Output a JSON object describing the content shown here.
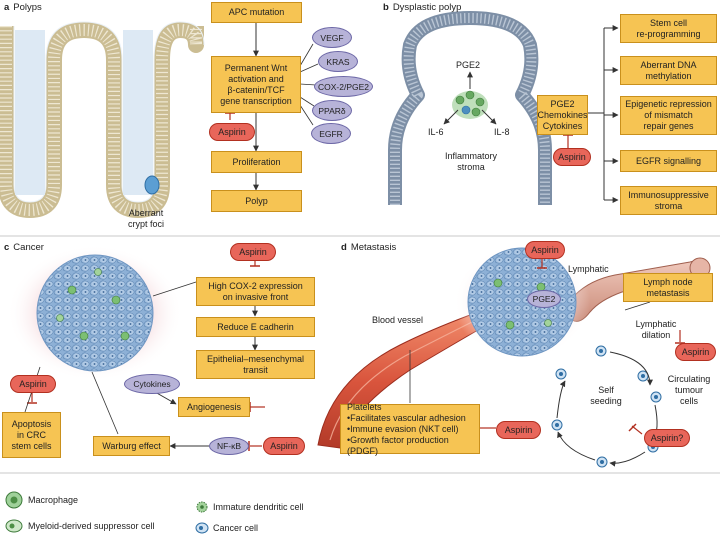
{
  "panels": {
    "a": {
      "letter": "a",
      "title": "Polyps",
      "crypt_label": [
        "Aberrant",
        "crypt foci"
      ],
      "boxes": {
        "apc": "APC mutation",
        "wnt": [
          "Permanent Wnt",
          "activation and",
          "β-catenin/TCF",
          "gene transcription"
        ],
        "proliferation": "Proliferation",
        "polyp": "Polyp"
      },
      "ovals": {
        "vegf": "VEGF",
        "kras": "KRAS",
        "cox2": "COX-2/PGE2",
        "ppar": "PPARδ",
        "egfr": "EGFR"
      },
      "aspirin": "Aspirin"
    },
    "b": {
      "letter": "b",
      "title": "Dysplastic polyp",
      "pge2": "PGE2",
      "il6": "IL-6",
      "il8": "IL-8",
      "stroma": [
        "Inflammatory",
        "stroma"
      ],
      "center_box": [
        "PGE2",
        "Chemokines",
        "Cytokines"
      ],
      "aspirin": "Aspirin",
      "outcomes": [
        [
          "Stem cell",
          "re-programming"
        ],
        [
          "Aberrant DNA",
          "methylation"
        ],
        [
          "Epigenetic repression",
          "of mismatch",
          "repair genes"
        ],
        [
          "EGFR signalling"
        ],
        [
          "Immunosuppressive",
          "stroma"
        ]
      ]
    },
    "c": {
      "letter": "c",
      "title": "Cancer",
      "aspirin_top": "Aspirin",
      "cox2_box": [
        "High COX-2 expression",
        "on invasive front"
      ],
      "ecadherin": "Reduce E cadherin",
      "emt": [
        "Epithelial–mesenchymal",
        "transit"
      ],
      "cytokines": "Cytokines",
      "angiogenesis": "Angiogenesis",
      "aspirin_left": "Aspirin",
      "apoptosis": [
        "Apoptosis",
        "in CRC",
        "stem cells"
      ],
      "warburg": "Warburg effect",
      "nfkb": "NF-κB",
      "aspirin_nfkb": "Aspirin"
    },
    "d": {
      "letter": "d",
      "title": "Metastasis",
      "aspirin_top": "Aspirin",
      "pge2": "PGE2",
      "lymphatic": "Lymphatic",
      "lymph_box": [
        "Lymph node",
        "metastasis"
      ],
      "blood_vessel": "Blood vessel",
      "lymphatic_dilation": [
        "Lymphatic",
        "dilation"
      ],
      "aspirin_dilation": "Aspirin",
      "self_seeding": [
        "Self",
        "seeding"
      ],
      "circulating": [
        "Circulating",
        "tumour",
        "cells"
      ],
      "aspirin_q": "Aspirin?",
      "platelets_title": "Platelets",
      "platelets_items": [
        "Facilitates vascular adhesion",
        "Immune evasion (NKT cell)",
        "Growth factor production (PDGF)"
      ],
      "aspirin_platelets": "Aspirin"
    }
  },
  "legend": [
    {
      "label": "Macrophage",
      "icon": "macrophage-icon"
    },
    {
      "label": "Immature dendritic cell",
      "icon": "dendritic-cell-icon"
    },
    {
      "label": "Myeloid-derived suppressor cell",
      "icon": "mdsc-icon"
    },
    {
      "label": "Cancer cell",
      "icon": "cancer-cell-icon"
    }
  ],
  "colors": {
    "box_fill": "#f6c453",
    "box_border": "#c9901c",
    "aspirin_fill": "#e8665a",
    "oval_fill": "#b7b3d8",
    "tumour_blue": "#8fb4d9",
    "vessel_red": "#d9553d",
    "lymph_pink": "#d9a08f"
  }
}
